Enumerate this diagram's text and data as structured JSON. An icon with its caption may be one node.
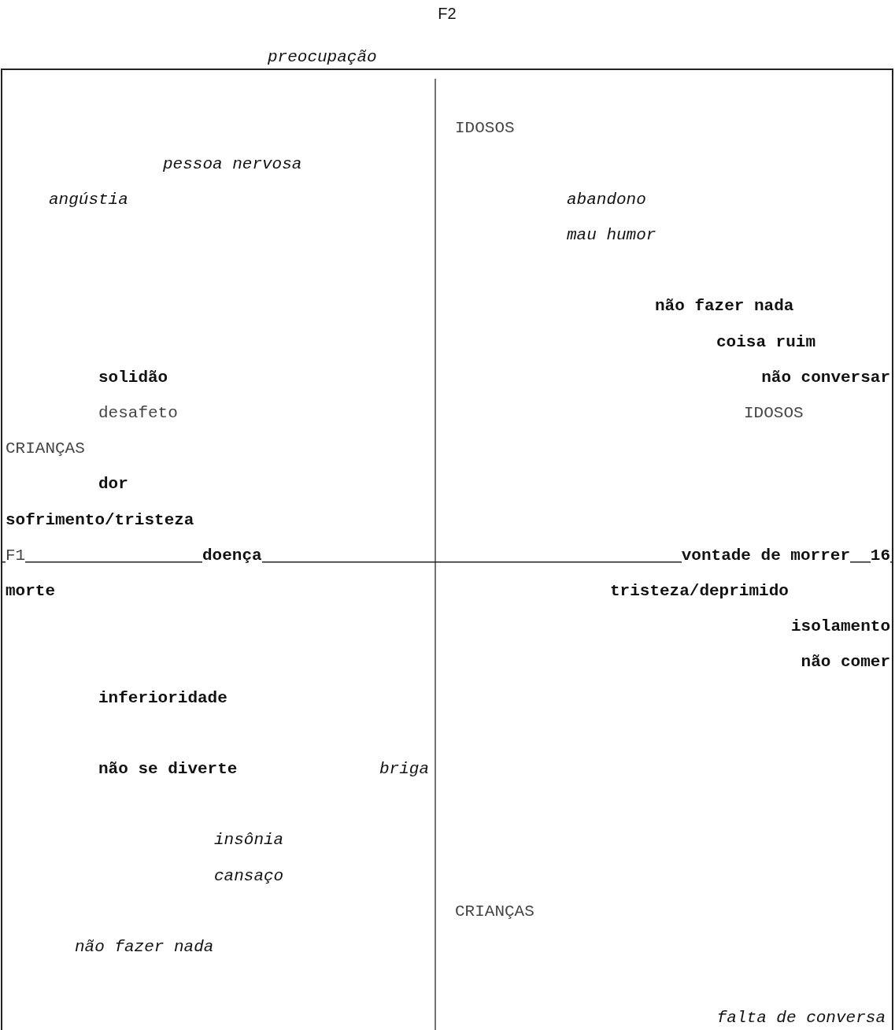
{
  "diagram": {
    "labels": [
      "F2",
      "preocupação",
      "IDOSOS",
      "pessoa nervosa",
      "angústia",
      "abandono",
      "mau humor",
      "não fazer nada",
      "coisa ruim",
      "solidão",
      "não conversar",
      "desafeto",
      "IDOSOS",
      "CRIANÇAS",
      "dor",
      "sofrimento/tristeza",
      "F1",
      "doença",
      "vontade de morrer",
      "16",
      "morte",
      "tristeza/deprimido",
      "isolamento",
      "não comer",
      "inferioridade",
      "não se diverte",
      "briga",
      "insônia",
      "cansaço",
      "CRIANÇAS",
      "não fazer nada",
      "falta de conversa"
    ]
  }
}
